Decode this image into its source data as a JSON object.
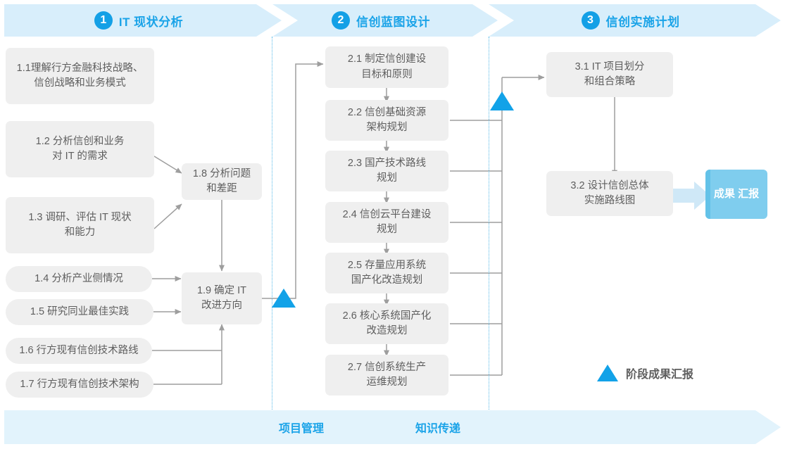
{
  "phases": [
    {
      "num": "1",
      "title": "IT 现状分析"
    },
    {
      "num": "2",
      "title": "信创蓝图设计"
    },
    {
      "num": "3",
      "title": "信创实施计划"
    }
  ],
  "phase1_tasks": [
    {
      "id": "1.1",
      "text": "1.1 理解行方金融科技战略、信创战略和业务模式"
    },
    {
      "id": "1.2",
      "text": "1.2 分析信创和业务对 IT 的需求"
    },
    {
      "id": "1.3",
      "text": "1.3 调研、评估 IT 现状和能力"
    },
    {
      "id": "1.4",
      "text": "1.4 分析产业侧情况"
    },
    {
      "id": "1.5",
      "text": "1.5 研究同业最佳实践"
    },
    {
      "id": "1.6",
      "text": "1.6 行方现有信创技术路线"
    },
    {
      "id": "1.7",
      "text": "1.7 行方现有信创技术架构"
    },
    {
      "id": "1.8",
      "text": "1.8 分析问题和差距"
    },
    {
      "id": "1.9",
      "text": "1.9 确定 IT 改进方向"
    }
  ],
  "phase1_lines": {
    "t11": [
      "1.1理解行方金融科技战略、",
      "信创战略和业务模式"
    ],
    "t12": [
      "1.2 分析信创和业务",
      "对 IT 的需求"
    ],
    "t13": [
      "1.3 调研、评估 IT 现状",
      "和能力"
    ],
    "t14": [
      "1.4 分析产业侧情况"
    ],
    "t15": [
      "1.5 研究同业最佳实践"
    ],
    "t16": [
      "1.6 行方现有信创技术路线"
    ],
    "t17": [
      "1.7 行方现有信创技术架构"
    ],
    "t18": [
      "1.8 分析问题",
      "和差距"
    ],
    "t19": [
      "1.9 确定 IT",
      "改进方向"
    ]
  },
  "phase2_lines": {
    "t21": [
      "2.1 制定信创建设",
      "目标和原则"
    ],
    "t22": [
      "2.2 信创基础资源",
      "架构规划"
    ],
    "t23": [
      "2.3 国产技术路线",
      "规划"
    ],
    "t24": [
      "2.4 信创云平台建设",
      "规划"
    ],
    "t25": [
      "2.5 存量应用系统",
      "国产化改造规划"
    ],
    "t26": [
      "2.6 核心系统国产化",
      "改造规划"
    ],
    "t27": [
      "2.7 信创系统生产",
      "运维规划"
    ]
  },
  "phase3_lines": {
    "t31": [
      "3.1 IT 项目划分",
      "和组合策略"
    ],
    "t32": [
      "3.2 设计信创总体",
      "实施路线图"
    ]
  },
  "result_badge": {
    "line1": "成果",
    "line2": "汇报"
  },
  "legend": {
    "label": "阶段成果汇报"
  },
  "bottom_band": {
    "label1": "项目管理",
    "label2": "知识传递"
  },
  "colors": {
    "accent": "#12a2e8",
    "header_band": "#d8eefb",
    "box_fill": "#efefef",
    "box_text": "#5e5e5e",
    "badge": "#7fcdee",
    "badge_edge": "#63c2e8",
    "pale_arrow": "#cfe8f7",
    "bottom_band": "#e2f3fc",
    "wire": "#9e9e9e",
    "divider": "#55b9e8"
  }
}
